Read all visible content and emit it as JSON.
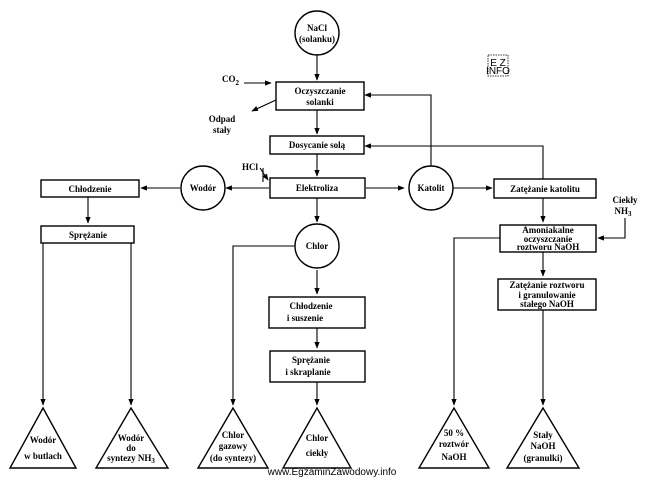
{
  "nodes": {
    "nacl": [
      "NaCl",
      "(solanku)"
    ],
    "co2": "CO",
    "co2_sub": "2",
    "oczyszczanie": [
      "Oczyszczanie",
      "solanki"
    ],
    "odpad": [
      "Odpad",
      "stały"
    ],
    "dosycanie": "Dosycanie solą",
    "hcl": "HCl",
    "elektroliza": "Elektroliza",
    "wodor": "Wodór",
    "chlodzenie_h2": "Chłodzenie",
    "sprezanie_h2": "Sprężanie",
    "katolit": "Katolit",
    "zatezanie_katolitu": "Zatężanie katolitu",
    "ciekly_nh3": [
      "Ciekły",
      "NH"
    ],
    "nh3_sub": "3",
    "amoniakalne": [
      "Amoniakalne",
      "oczyszczanie",
      "roztworu NaOH"
    ],
    "zatezanie_granul": [
      "Zatężanie roztworu",
      "i  granulowanie",
      "stałego NaOH"
    ],
    "chlor": "Chlor",
    "chlodzenie_cl": [
      "Chłodzenie",
      "i suszenie"
    ],
    "sprezanie_cl": [
      "Sprężanie",
      "i skraplanie"
    ]
  },
  "products": {
    "wodor_butlach": [
      "Wodór",
      "w butlach"
    ],
    "wodor_synteza": [
      "Wodór",
      "do",
      "syntezy NH"
    ],
    "wodor_synteza_sub": "3",
    "chlor_gazowy": [
      "Chlor",
      "gazowy",
      "(do syntezy)"
    ],
    "chlor_ciekly": [
      "Chlor",
      "ciekły"
    ],
    "naoh_50": [
      "50 %",
      "roztwór",
      "NaOH"
    ],
    "naoh_staly": [
      "Stały",
      "NaOH",
      "(granulki)"
    ]
  },
  "watermark": "www.EgzaminZawodowy.info",
  "logo_text": "INFO"
}
